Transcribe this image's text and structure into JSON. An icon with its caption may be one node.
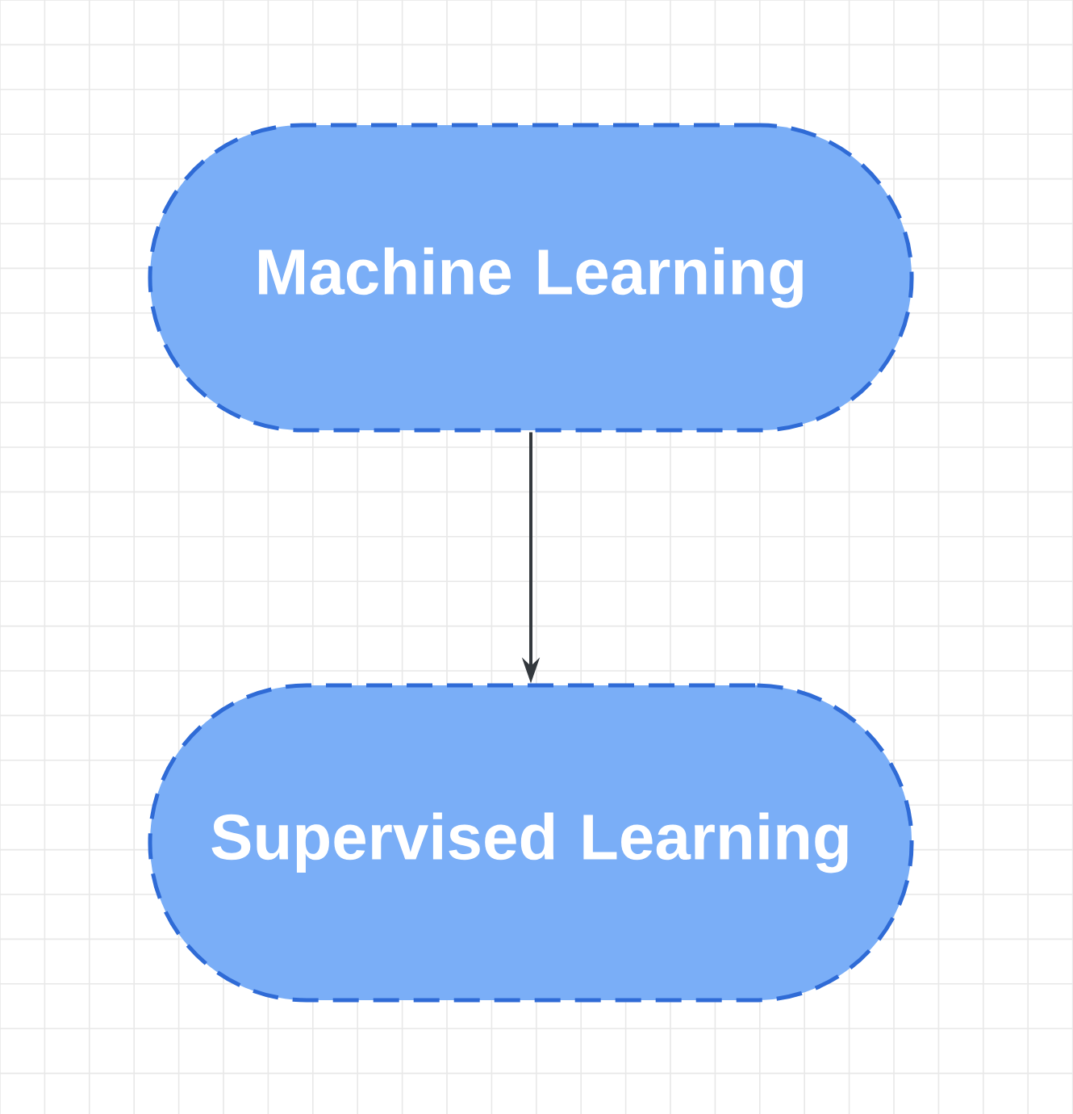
{
  "diagram": {
    "nodes": [
      {
        "text": [
          "Machine Learning"
        ]
      },
      {
        "text": [
          "Supervised Learning"
        ]
      }
    ],
    "edges": [
      {
        "from": 0,
        "to": 1,
        "arrow": "to"
      }
    ]
  }
}
